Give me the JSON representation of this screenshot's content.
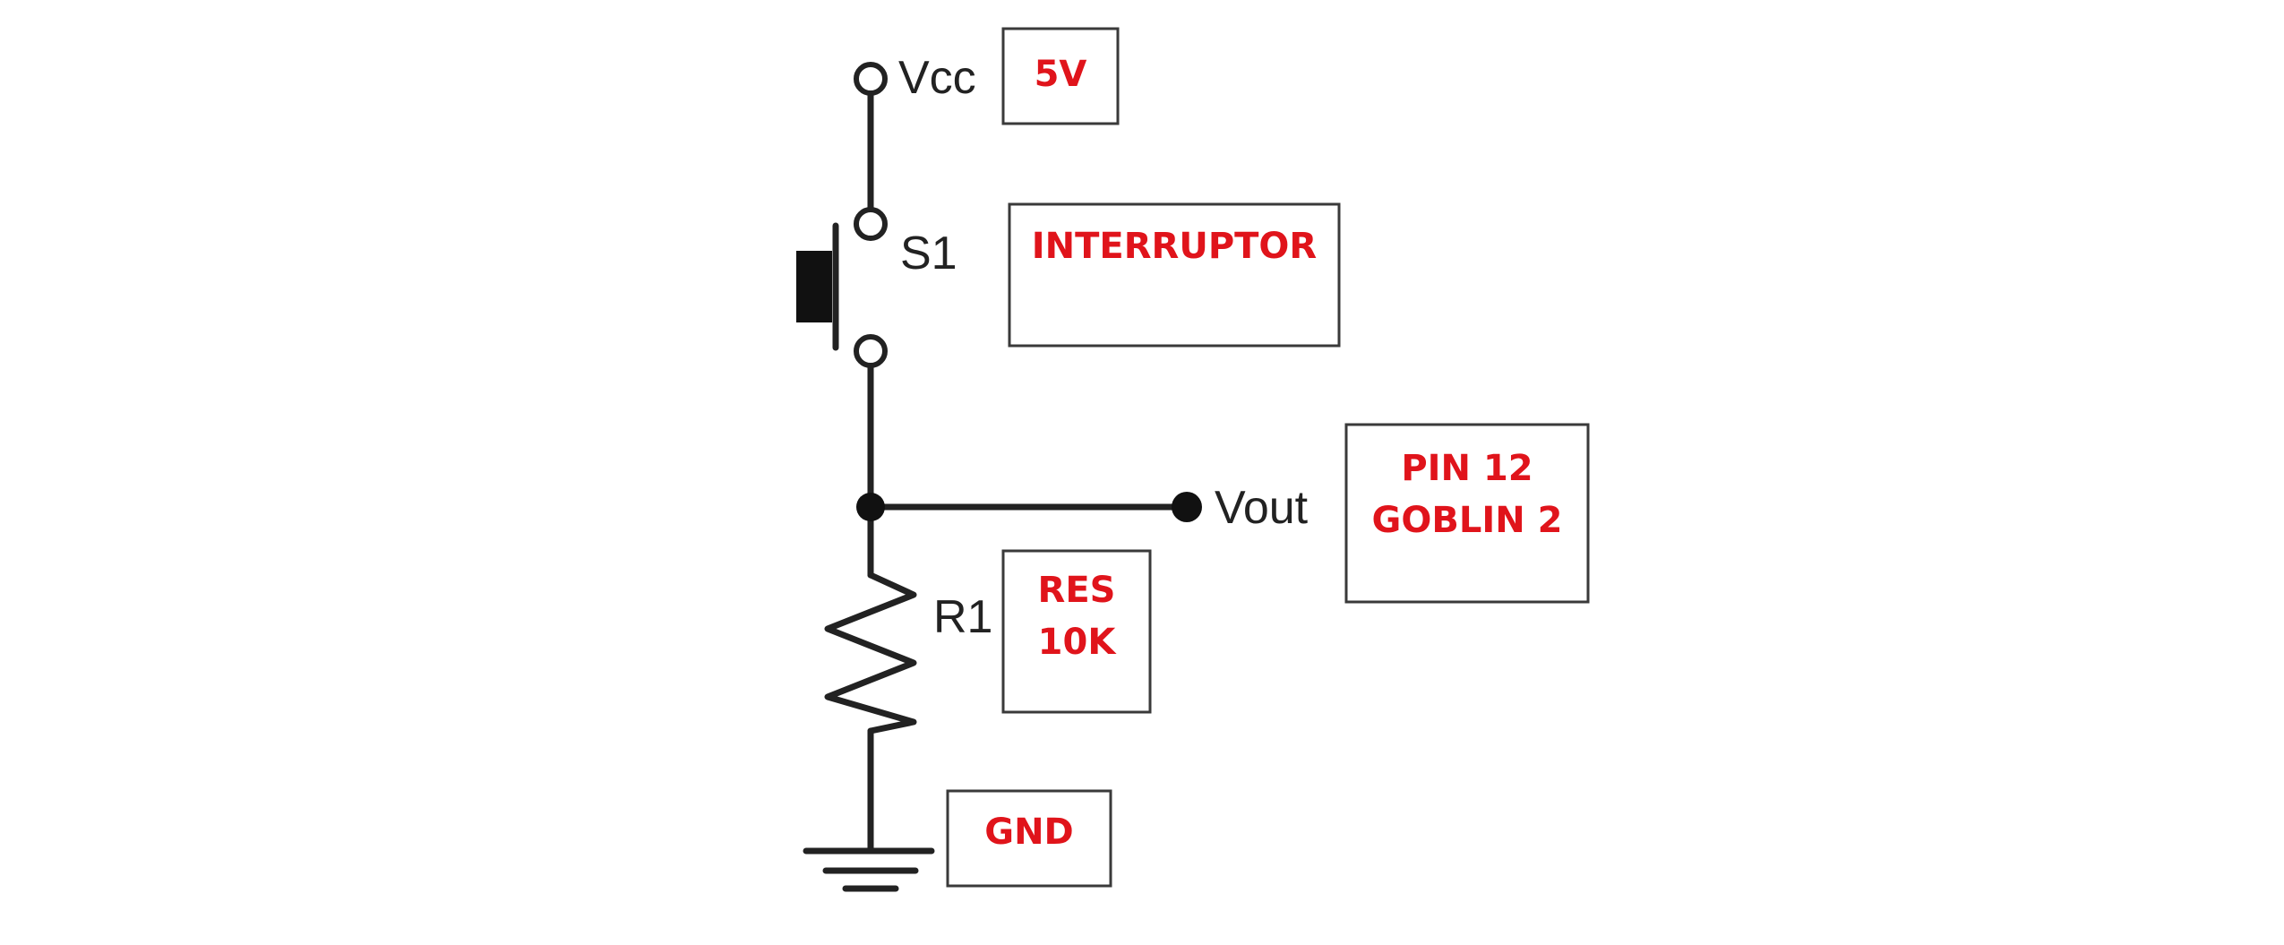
{
  "labels": {
    "vcc": "Vcc",
    "s1": "S1",
    "vout": "Vout",
    "r1": "R1"
  },
  "notes": {
    "vcc_value": "5V",
    "switch": "INTERRUPTOR",
    "vout_line1": "PIN 12",
    "vout_line2": "GOBLIN 2",
    "resistor_line1": "RES",
    "resistor_line2": "10K",
    "ground": "GND"
  },
  "colors": {
    "note_text": "#e0141b",
    "wire": "#222222"
  }
}
